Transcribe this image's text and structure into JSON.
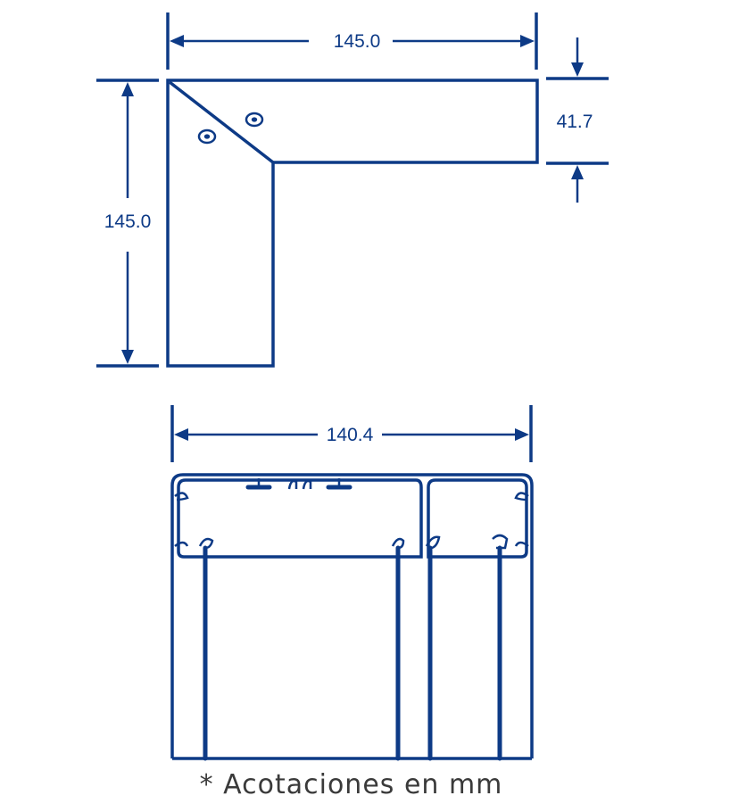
{
  "dimensions": {
    "top_width": "145.0",
    "top_height": "145.0",
    "arm_width": "41.7",
    "section_width": "140.4"
  },
  "footnote": "* Acotaciones en mm",
  "colors": {
    "line": "#0d3a86",
    "footnote": "#3a3a3a",
    "background": "#ffffff"
  }
}
